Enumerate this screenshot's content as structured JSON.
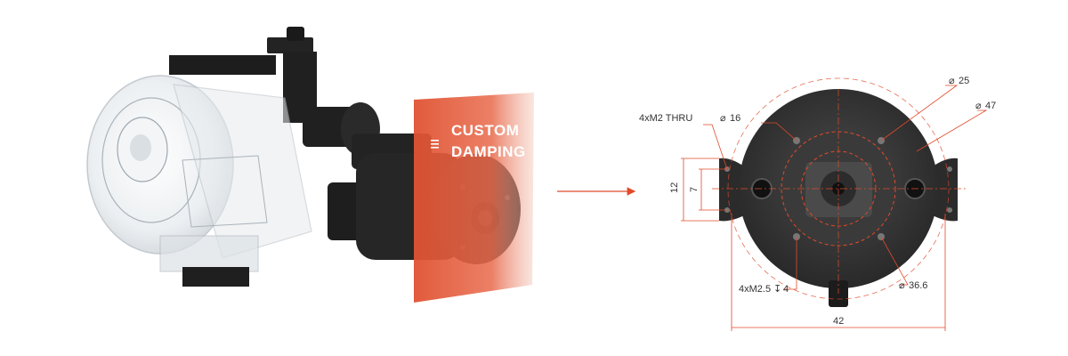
{
  "product_panel": {
    "line1": "CUSTOM",
    "line2": "DAMPING"
  },
  "drawing": {
    "labels": {
      "thru_holes": "4xM2 THRU",
      "dia_16": "16",
      "dia_25": "25",
      "dia_47": "47",
      "dim_12": "12",
      "dim_7": "7",
      "tapped_holes": "4xM2.5",
      "tapped_depth": "4",
      "dia_36_6": "36.6",
      "dim_42": "42"
    },
    "symbols": {
      "diameter": "⌀",
      "depth": "↧"
    }
  },
  "colors": {
    "accent": "#e04a2a",
    "panel": "#e8603f",
    "body": "#2b2b2b"
  }
}
